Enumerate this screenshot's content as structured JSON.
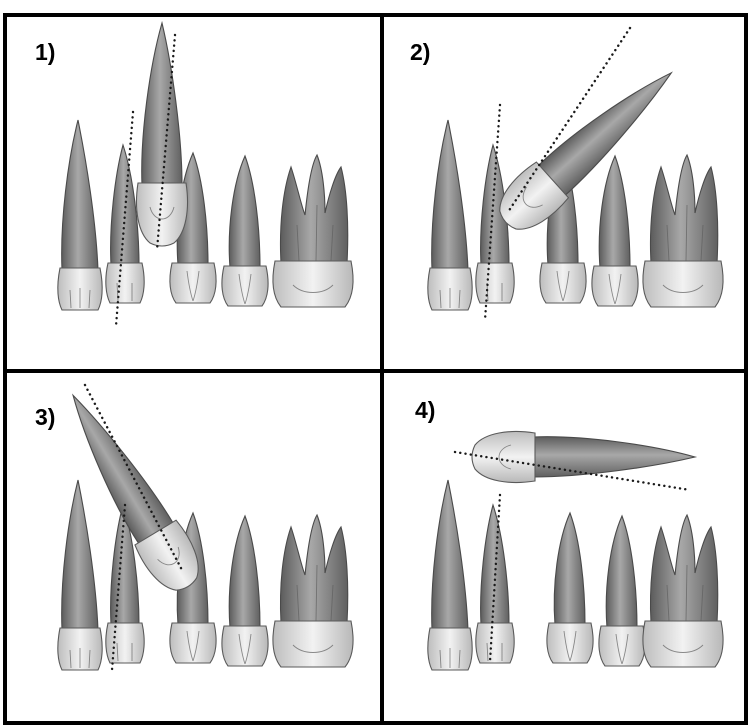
{
  "panels": [
    {
      "label": "1)"
    },
    {
      "label": "2)"
    },
    {
      "label": "3)"
    },
    {
      "label": "4)"
    }
  ],
  "colors": {
    "frame": "#000000",
    "background": "#ffffff",
    "tooth_root": "#8a8a8a",
    "tooth_crown": "#e4e4e4",
    "axis_dots": "#1a1a1a"
  }
}
